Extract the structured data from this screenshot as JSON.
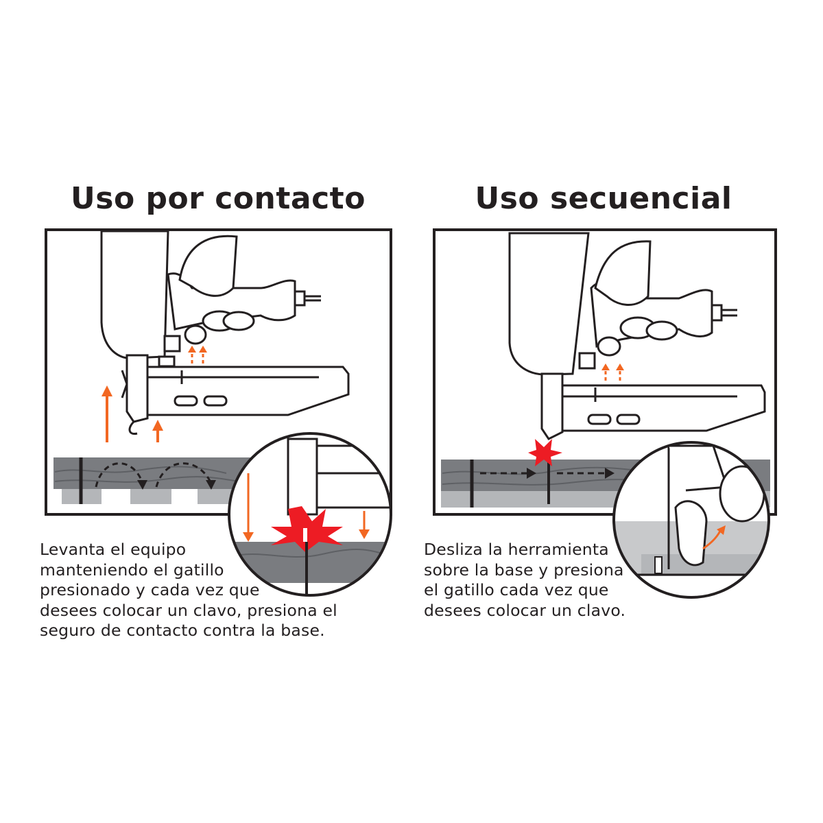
{
  "left": {
    "title": "Uso por contacto",
    "description": [
      "Levanta el equipo",
      "manteniendo el gatillo",
      "presionado y cada vez que",
      "desees colocar un clavo, presiona el",
      "seguro de contacto contra la base."
    ]
  },
  "right": {
    "title": "Uso secuencial",
    "description": [
      "Desliza la herramienta",
      "sobre la base y presiona",
      "el gatillo cada vez que",
      "desees colocar un clavo."
    ]
  },
  "colors": {
    "accent_arrow": "#f26722",
    "impact": "#ed1c24",
    "wood": "#7a7c80",
    "wood_light": "#b4b6b9",
    "outline": "#231f20"
  }
}
